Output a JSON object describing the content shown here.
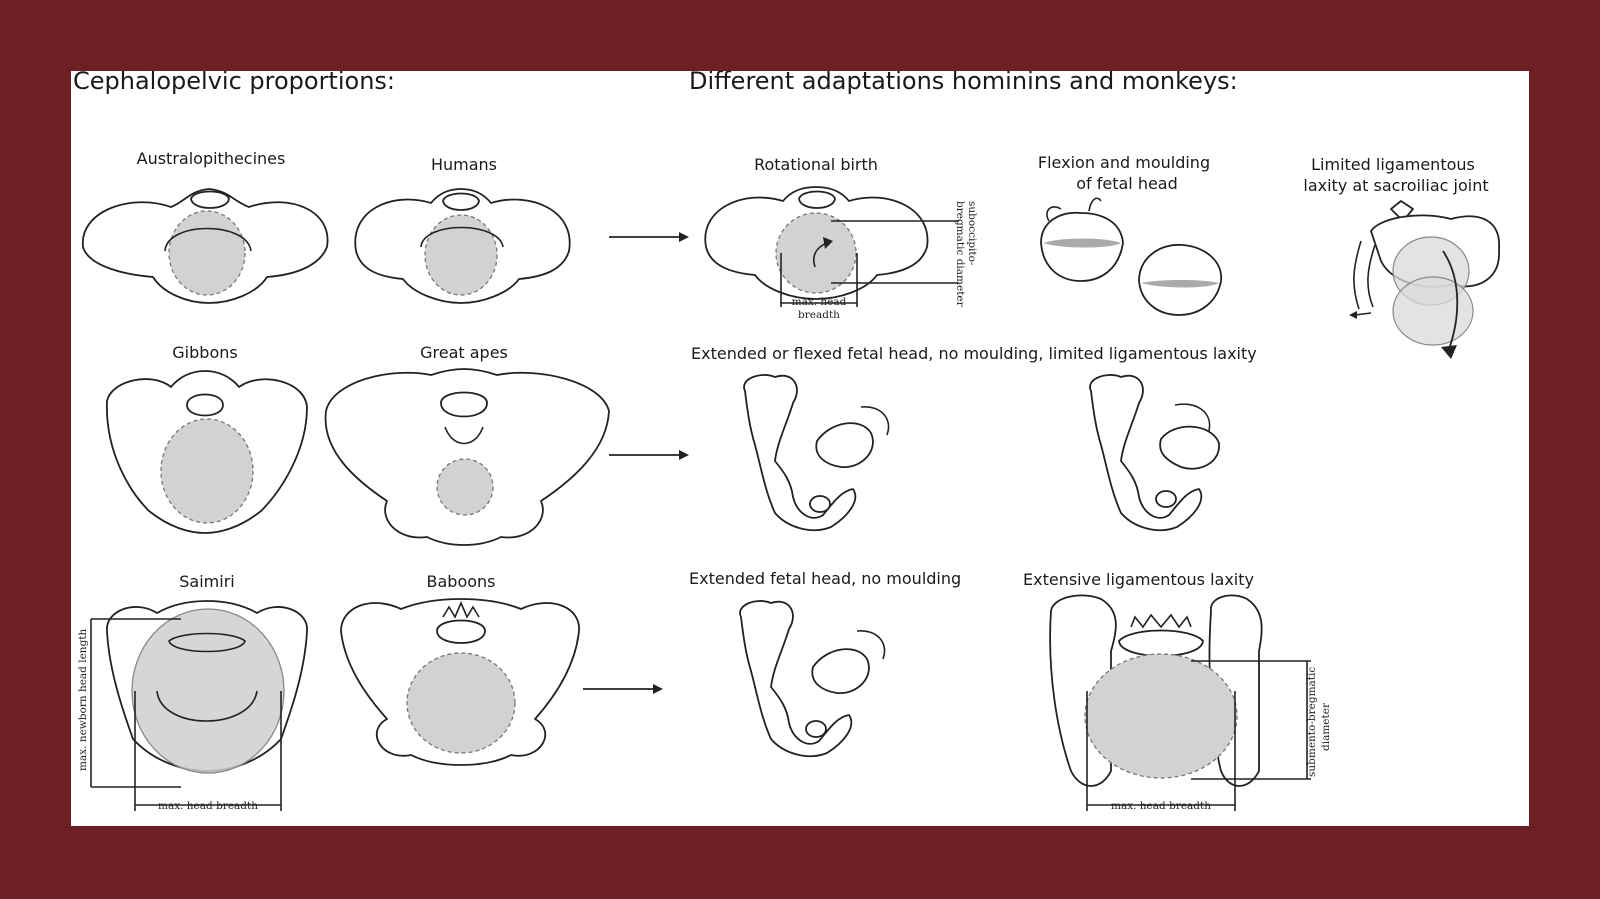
{
  "headings": {
    "left": "Cephalopelvic proportions:",
    "right": "Different adaptations hominins and monkeys:"
  },
  "species": {
    "australopithecines": "Australopithecines",
    "humans": "Humans",
    "gibbons": "Gibbons",
    "great_apes": "Great apes",
    "saimiri": "Saimiri",
    "baboons": "Baboons"
  },
  "adaptations": {
    "rotational_birth": "Rotational birth",
    "flexion_line1": "Flexion and moulding",
    "flexion_line2": "of fetal head",
    "limited_line1": "Limited ligamentous",
    "limited_line2": "laxity at sacroiliac joint",
    "extended_or_flexed": "Extended or flexed fetal head, no moulding, limited ligamentous laxity",
    "extended_no_moulding": "Extended fetal head, no moulding",
    "extensive_laxity": "Extensive ligamentous laxity"
  },
  "measurements": {
    "max_head_breadth_line1": "max. head",
    "max_head_breadth_line2": "breadth",
    "max_head_breadth": "max. head breadth",
    "suboccipito_line1": "suboccipito-",
    "suboccipito_line2": "bregmatic diameter",
    "max_newborn_head_length": "max. newborn head length",
    "submento_line1": "submento-bregmatic",
    "submento_line2": "diameter"
  },
  "colors": {
    "frame": "#6e1f23",
    "panel": "#ffffff",
    "fetal_head": "#d2d2d2"
  }
}
